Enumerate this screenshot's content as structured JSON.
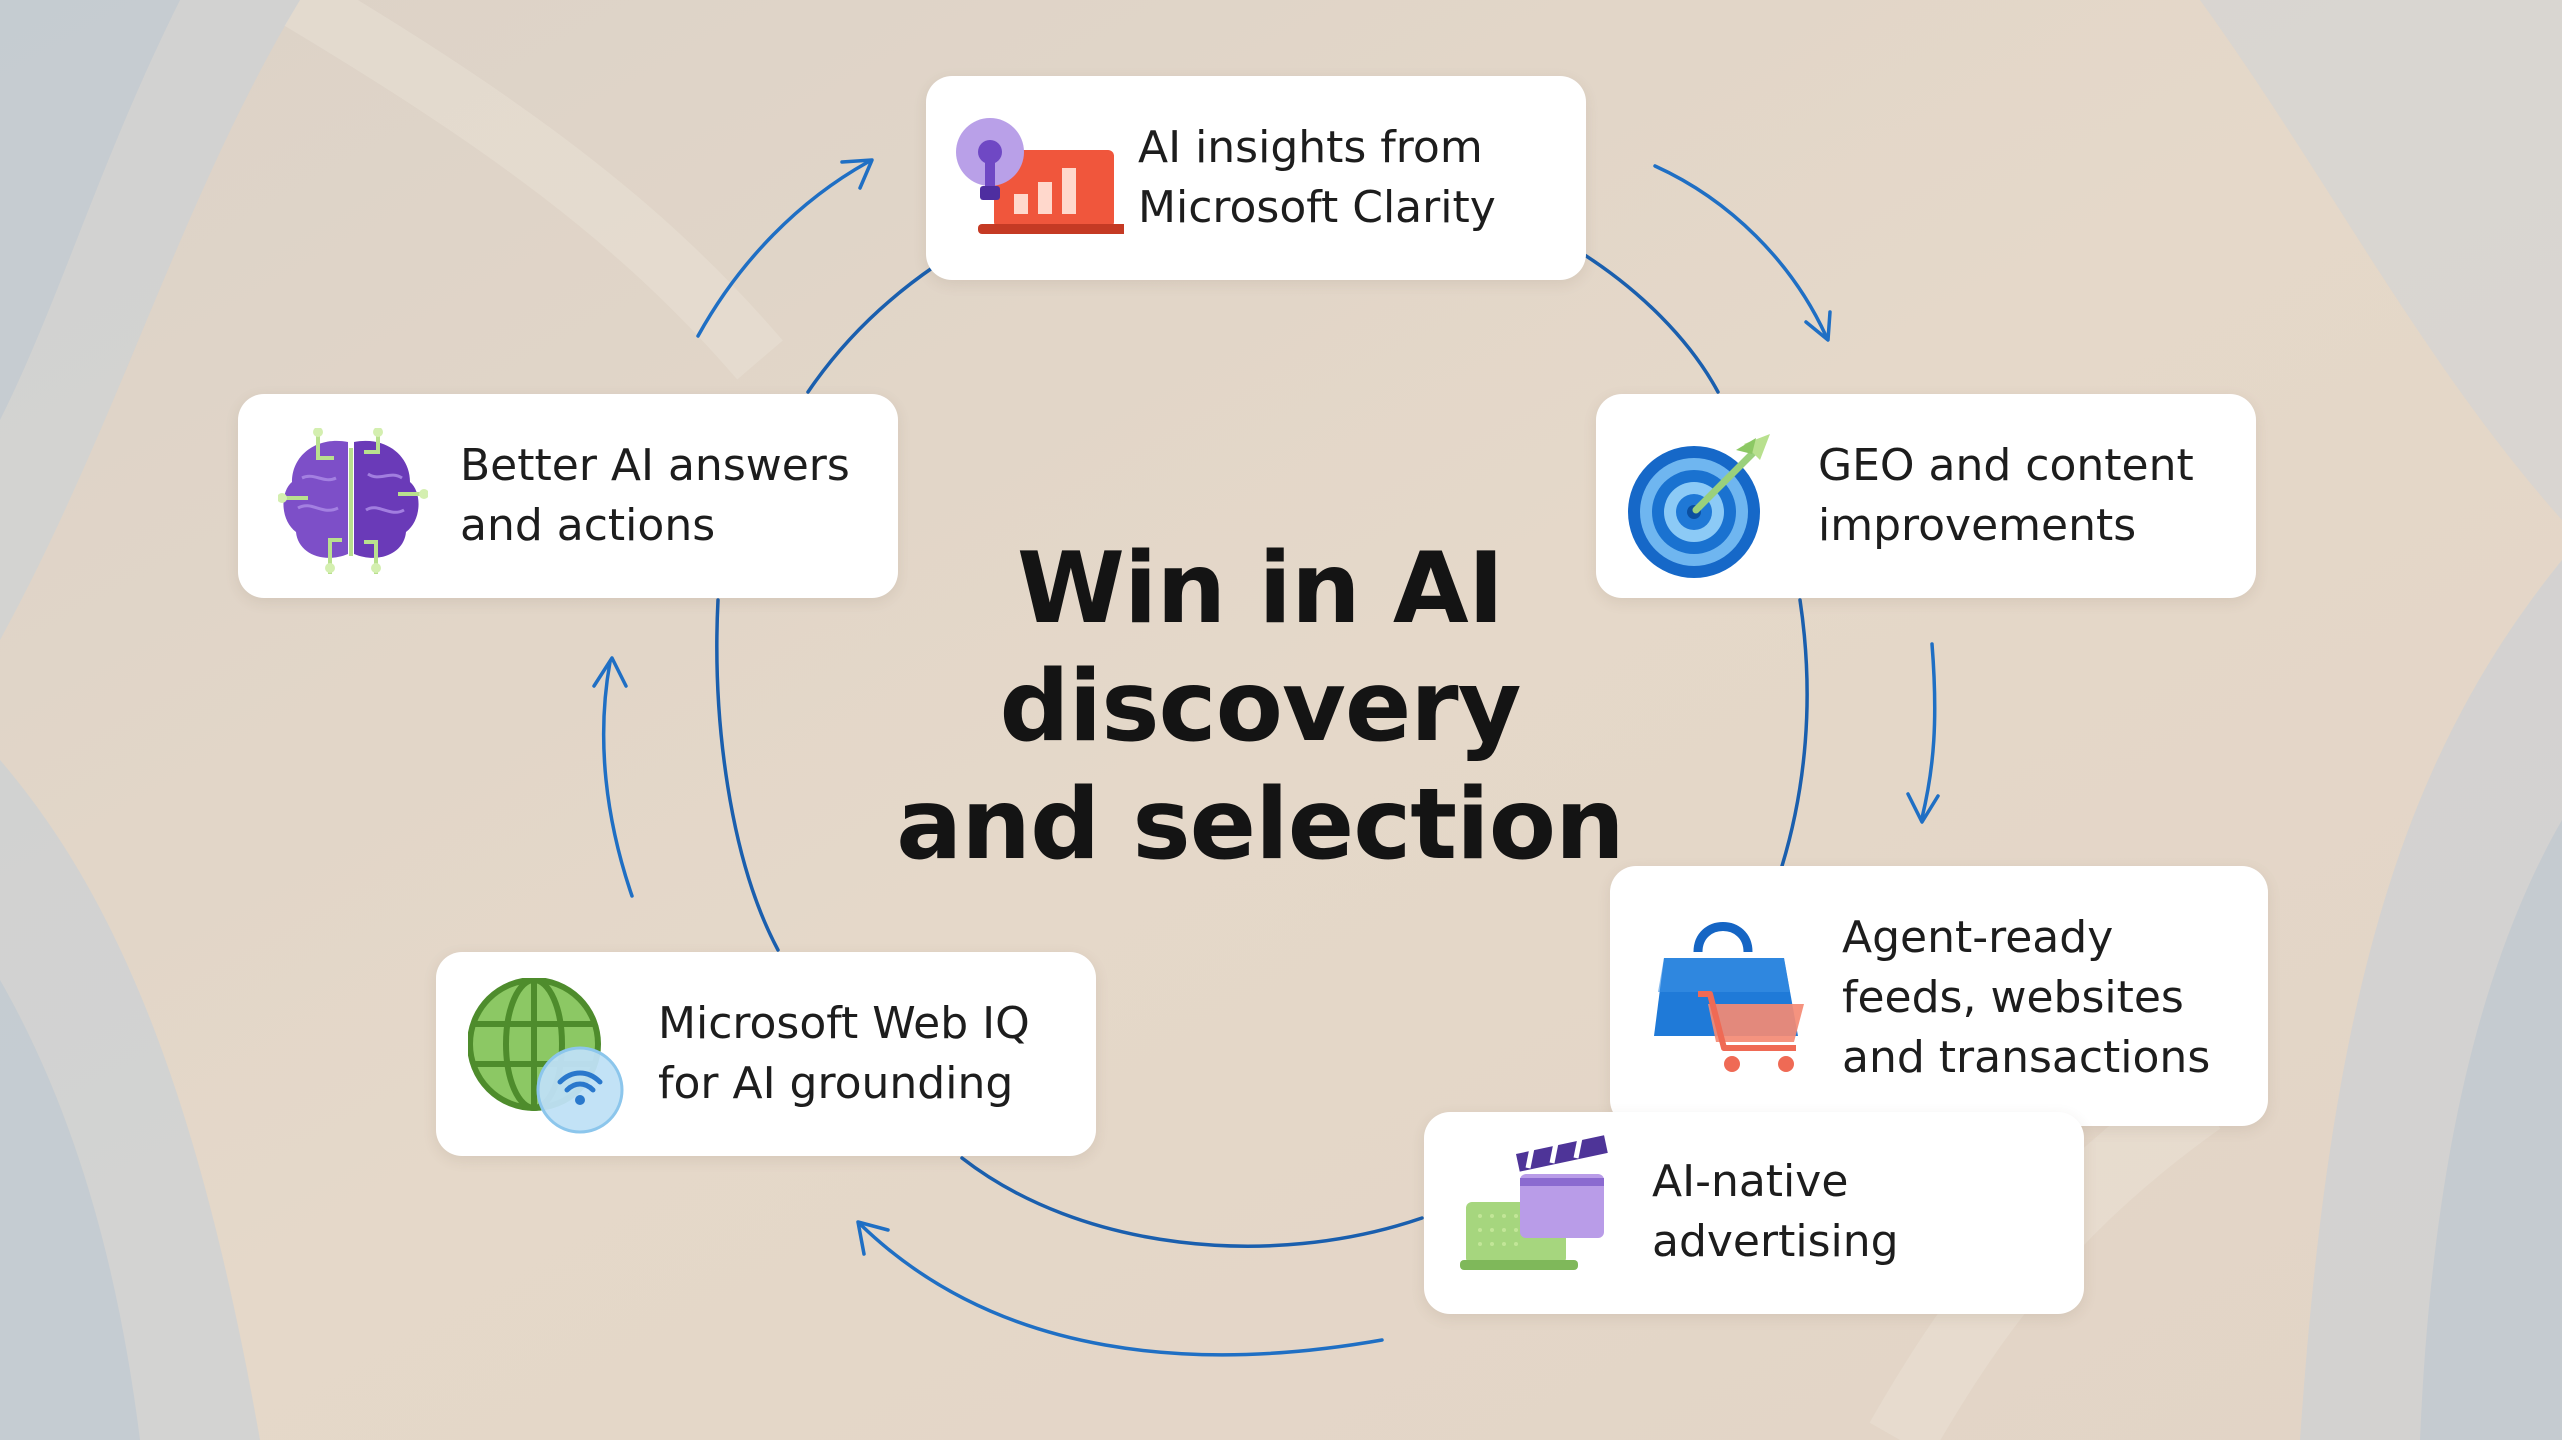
{
  "title": {
    "lines": [
      "Win in AI",
      "discovery",
      "and selection"
    ]
  },
  "nodes": [
    {
      "id": "clarity",
      "lines": [
        "AI insights from",
        "Microsoft Clarity"
      ],
      "icon": "chart-insights-icon"
    },
    {
      "id": "geo",
      "lines": [
        "GEO and content",
        "improvements"
      ],
      "icon": "target-icon"
    },
    {
      "id": "agent",
      "lines": [
        "Agent-ready",
        "feeds, websites",
        "and transactions"
      ],
      "icon": "shopping-bag-cart-icon"
    },
    {
      "id": "advertising",
      "lines": [
        "AI-native",
        "advertising"
      ],
      "icon": "clapperboard-icon"
    },
    {
      "id": "webiq",
      "lines": [
        "Microsoft Web IQ",
        "for AI grounding"
      ],
      "icon": "globe-wifi-icon"
    },
    {
      "id": "answers",
      "lines": [
        "Better AI answers",
        "and actions"
      ],
      "icon": "brain-circuit-icon"
    }
  ],
  "colors": {
    "arrow": "#1f6fc4",
    "circle": "#1a5fae"
  }
}
